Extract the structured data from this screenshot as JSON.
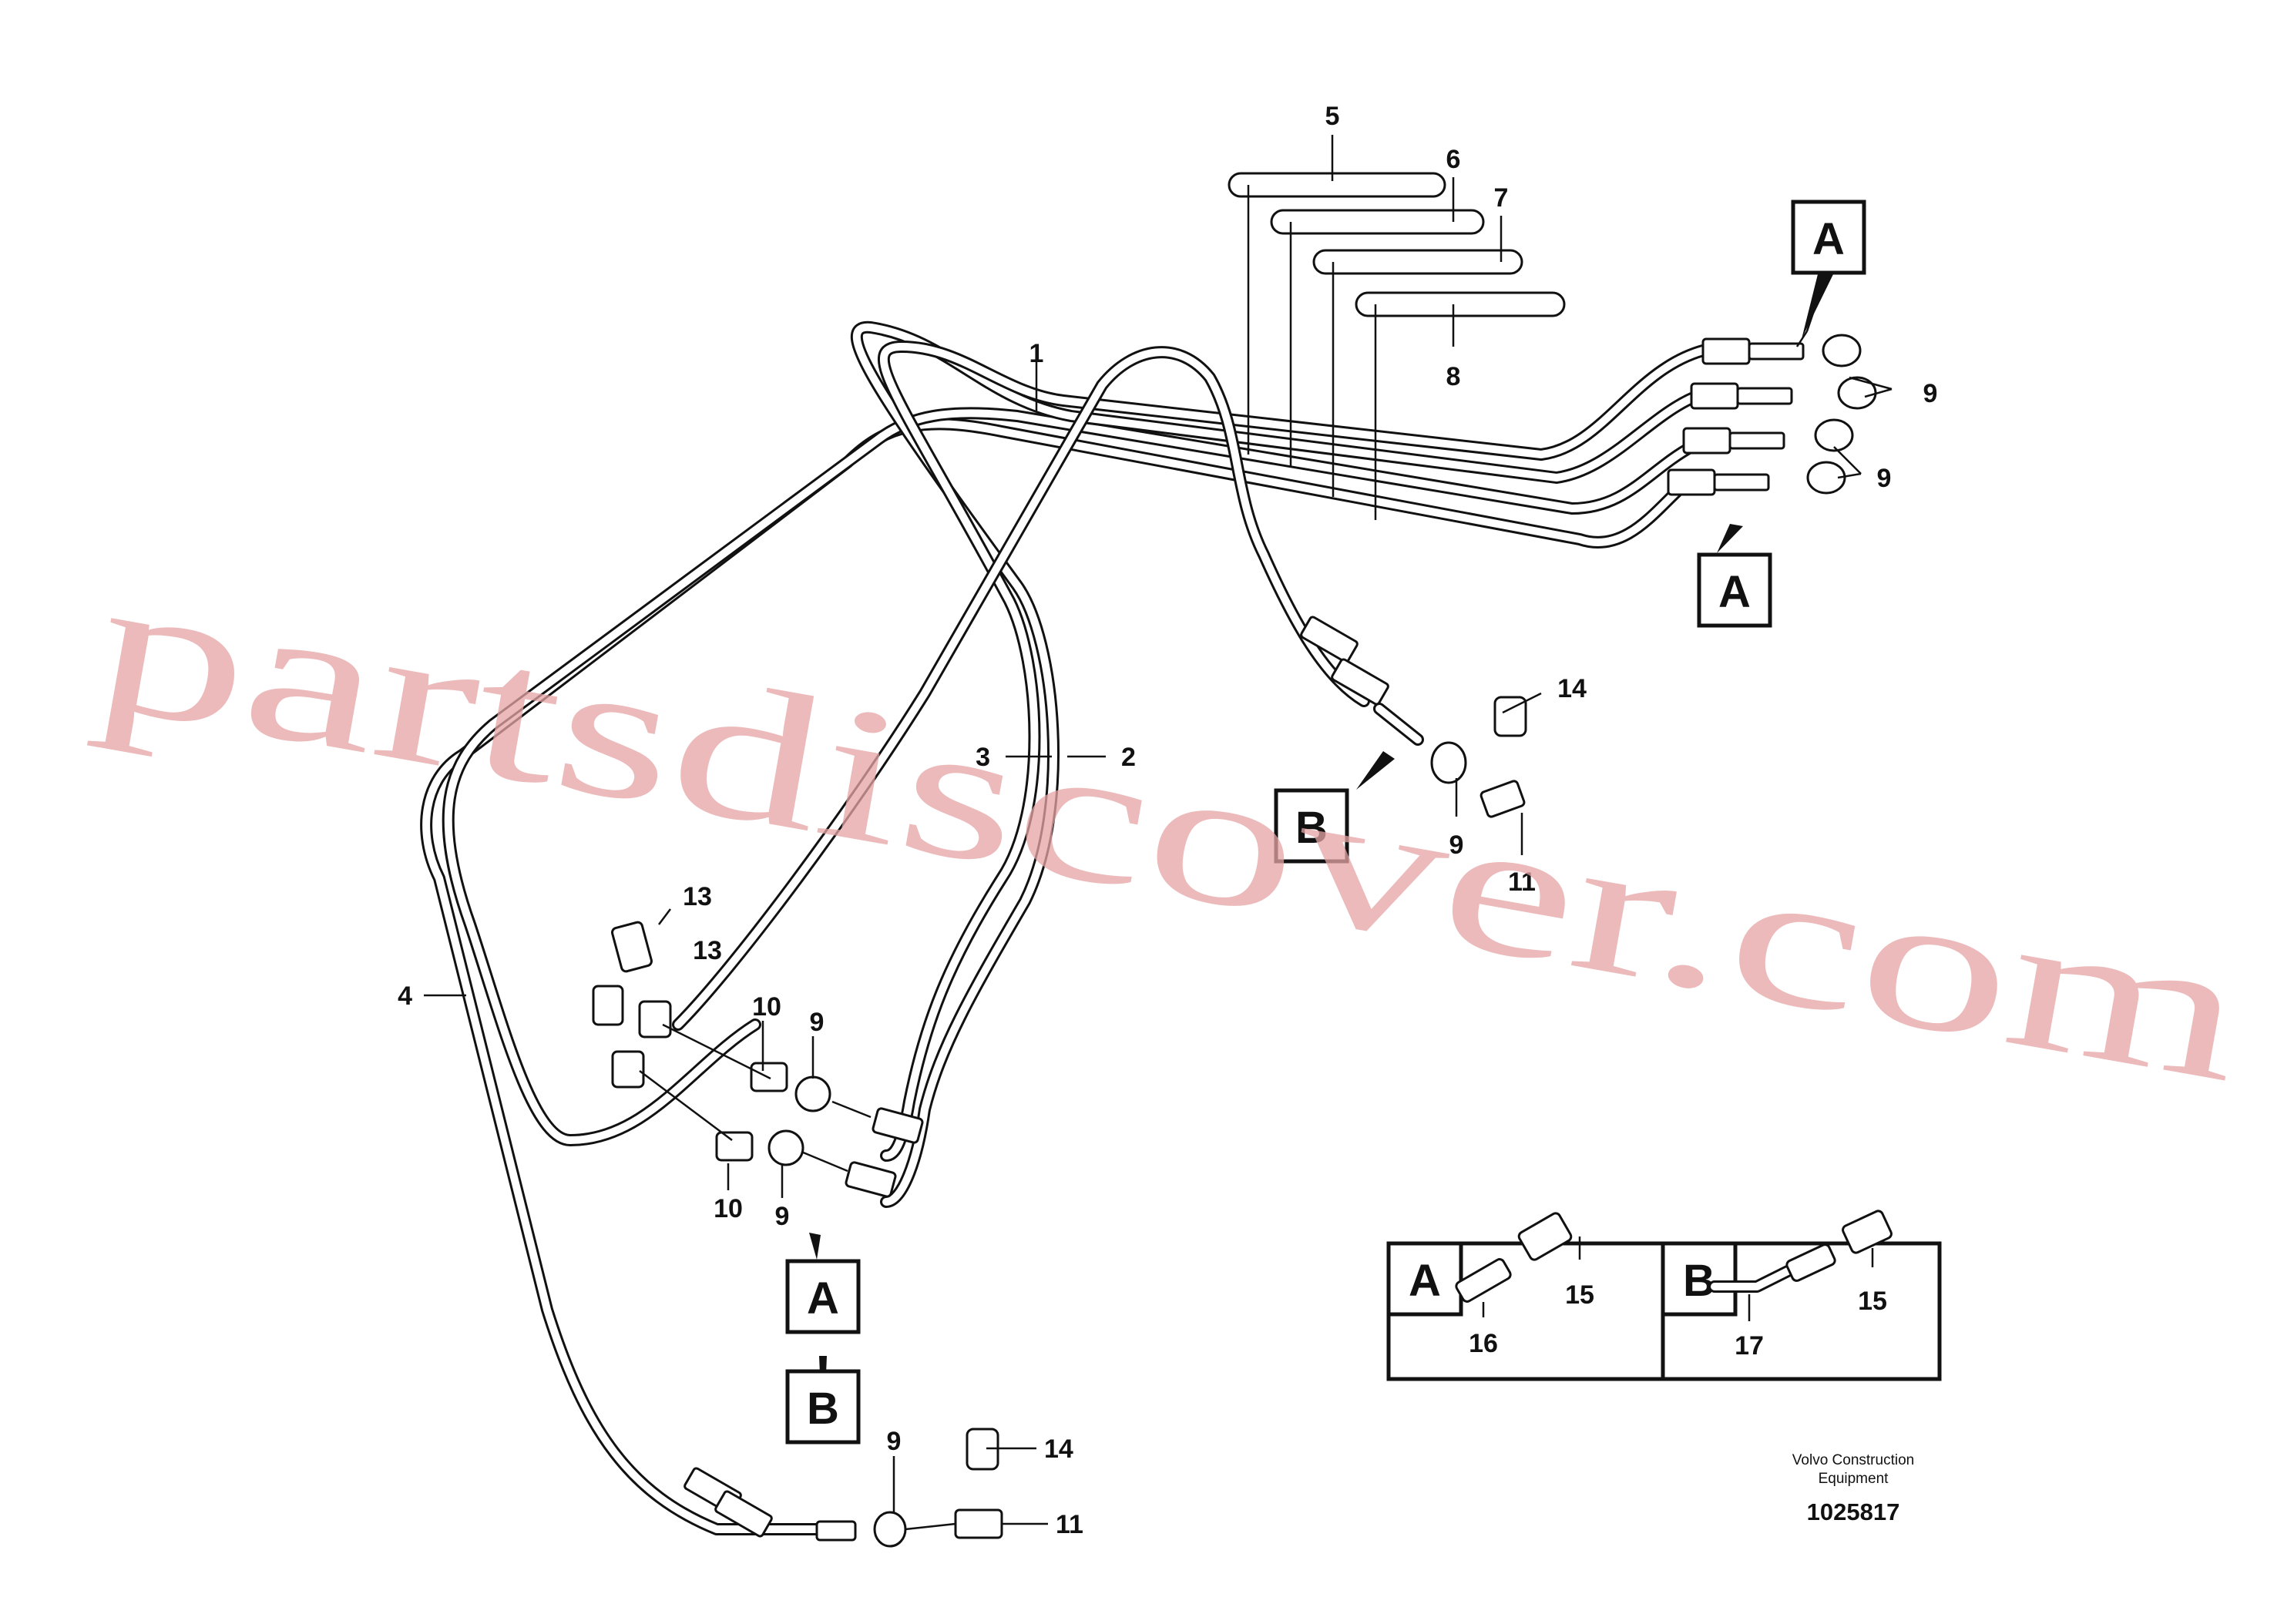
{
  "diagram": {
    "part_numbers": [
      "1",
      "2",
      "3",
      "4",
      "5",
      "6",
      "7",
      "8",
      "9",
      "9",
      "9",
      "9",
      "9",
      "10",
      "10",
      "11",
      "11",
      "13",
      "13",
      "14",
      "14",
      "15",
      "15",
      "16",
      "17"
    ],
    "callouts": [
      "A",
      "A",
      "A",
      "B",
      "B"
    ],
    "inset": {
      "a_label": "A",
      "b_label": "B"
    },
    "watermark": "partsdiscover.com",
    "footer": {
      "brand_line1": "Volvo Construction",
      "brand_line2": "Equipment",
      "drawing_number": "1025817"
    }
  }
}
